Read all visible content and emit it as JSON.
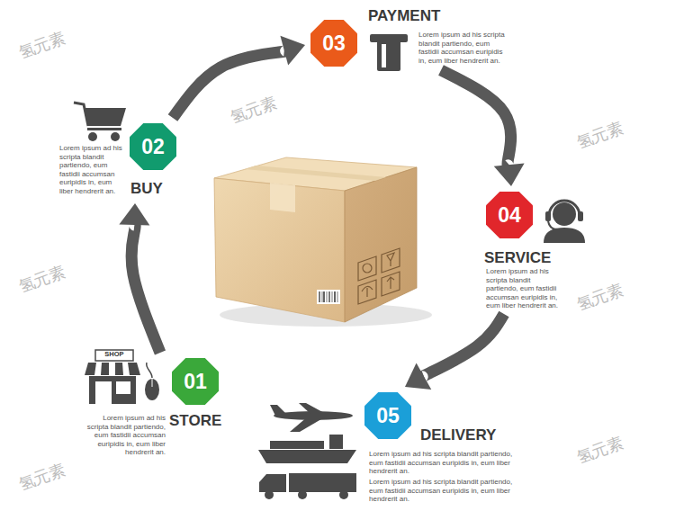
{
  "diagram": {
    "nodes": [
      {
        "text": [
          "01",
          "STORE",
          "Lorem ipsum ad his scripta blandit partiendo, eum fastidii accumsan euripidis in, eum liber hendrerit an."
        ]
      },
      {
        "text": [
          "02",
          "BUY",
          "Lorem ipsum ad his scripta blandit partiendo, eum fastidii accumsan euripidis in, eum liber hendrerit an."
        ]
      },
      {
        "text": [
          "03",
          "PAYMENT",
          "Lorem ipsum ad his scripta blandit partiendo, eum fastidii accumsan euripidis in, eum liber hendrerit an."
        ]
      },
      {
        "text": [
          "04",
          "SERVICE",
          "Lorem ipsum ad his scripta blandit partiendo, eum fastidii accumsan euripidis in, eum liber hendrerit an."
        ]
      },
      {
        "text": [
          "05",
          "DELIVERY",
          "Lorem ipsum ad his scripta blandit partiendo, eum fastidii accumsan euripidis in, eum liber hendrerit an.",
          "Lorem ipsum ad his scripta blandit partiendo, eum fastidii accumsan euripidis in, eum liber hendrerit an."
        ]
      }
    ],
    "edges": [
      {
        "from": 0,
        "to": 1,
        "arrow": "to"
      },
      {
        "from": 1,
        "to": 2,
        "arrow": "to"
      },
      {
        "from": 2,
        "to": 3,
        "arrow": "to"
      },
      {
        "from": 3,
        "to": 4,
        "arrow": "to"
      }
    ],
    "labels": [
      "SHOP",
      "氢元素",
      "氢元素",
      "氢元素",
      "氢元素",
      "氢元素",
      "氢元素",
      "氢元素"
    ]
  }
}
